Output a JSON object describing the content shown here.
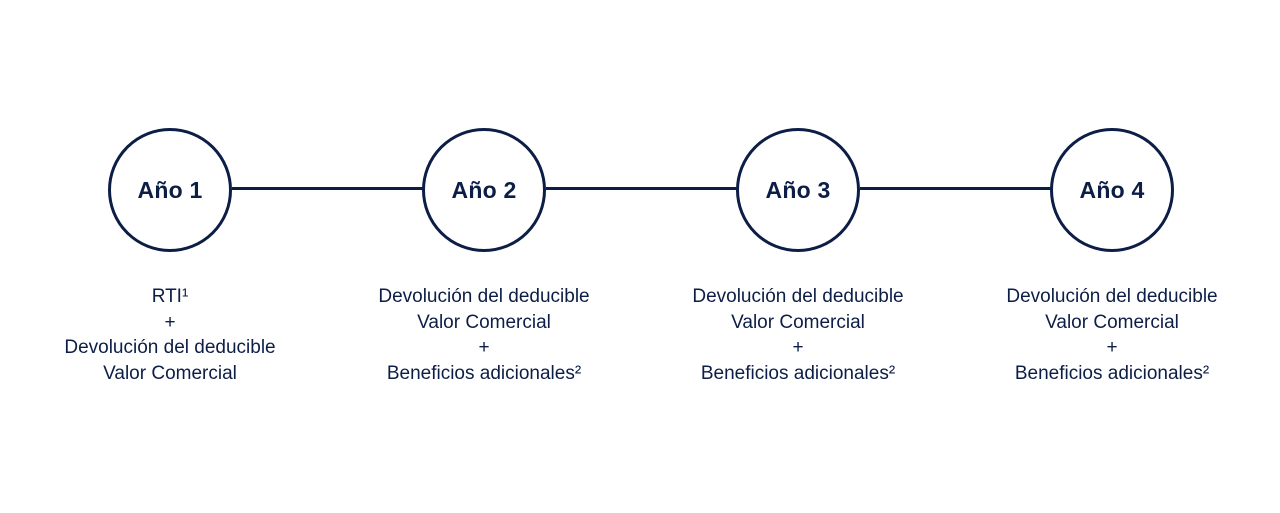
{
  "colors": {
    "primary": "#0c1e46",
    "background": "#ffffff"
  },
  "steps": [
    {
      "label": "Año 1",
      "lines": [
        "RTI¹",
        "+",
        "Devolución del deducible",
        "Valor Comercial"
      ]
    },
    {
      "label": "Año 2",
      "lines": [
        "Devolución del deducible",
        "Valor Comercial",
        "+",
        "Beneficios adicionales²"
      ]
    },
    {
      "label": "Año 3",
      "lines": [
        "Devolución del deducible",
        "Valor Comercial",
        "+",
        "Beneficios adicionales²"
      ]
    },
    {
      "label": "Año 4",
      "lines": [
        "Devolución del deducible",
        "Valor Comercial",
        "+",
        "Beneficios adicionales²"
      ]
    }
  ]
}
